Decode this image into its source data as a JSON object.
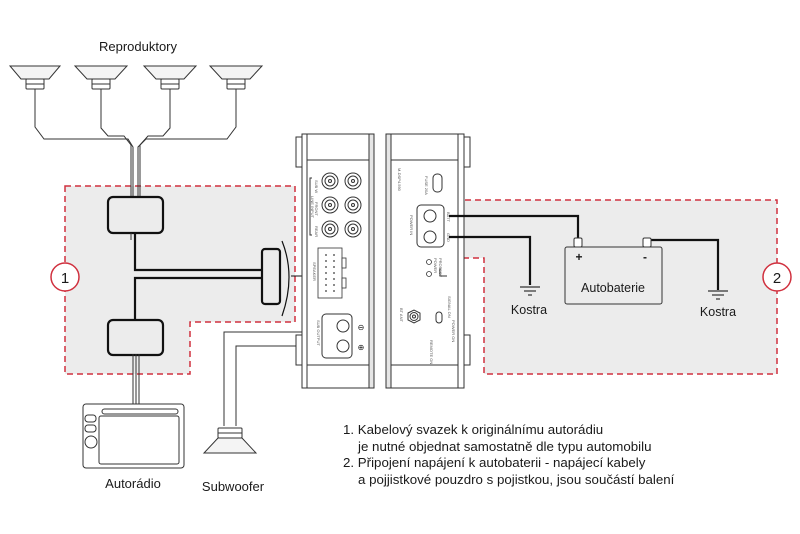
{
  "labels": {
    "speakers": "Reproduktory",
    "car_radio": "Autorádio",
    "subwoofer": "Subwoofer",
    "battery": "Autobaterie",
    "battery_plus": "+",
    "battery_minus": "-",
    "ground_left": "Kostra",
    "ground_right": "Kostra"
  },
  "markers": {
    "zone1": "1",
    "zone2": "2"
  },
  "amplifier": {
    "left_panel": {
      "rca_group_label": "LINE INPUT",
      "rca_labels": [
        "REAR",
        "FRONT",
        "SUB W"
      ],
      "connector_label": "SPEAKER",
      "sub_output_label": "SUB OUTPUT",
      "minus_symbol": "⊖",
      "plus_symbol": "⊕"
    },
    "right_panel": {
      "model_label": "M-DSP4.590",
      "fuse_label": "FUSE 20A",
      "power_in_label": "POWER IN",
      "batt_label": "BATT",
      "gnd_label": "GND",
      "power_led_label": "POWER",
      "protect_led_label": "PROTECT",
      "bt_ant_label": "BT ANT",
      "signal_on_label": "SIGNAL ON",
      "power_on_label": "POWER ON",
      "remote_on_label": "REMOTE ON"
    }
  },
  "notes": [
    {
      "number": "1.",
      "line1": "Kabelový svazek k originálnímu autorádiu",
      "line2": "je nutné objednat samostatně dle typu automobilu"
    },
    {
      "number": "2.",
      "line1": "Připojení napájení k autobaterii - napájecí kabely",
      "line2": "a pojjistkové pouzdro s pojistkou, jsou součástí balení"
    }
  ],
  "colors": {
    "zone_border": "#d0303e",
    "zone_fill": "#ececec",
    "line": "#111111"
  }
}
